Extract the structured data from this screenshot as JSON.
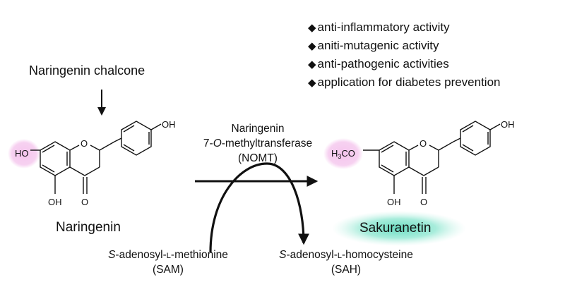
{
  "activities": [
    "anti-inflammatory activity",
    "aniti-mutagenic activity",
    "anti-pathogenic activities",
    "application for diabetes prevention"
  ],
  "bullet_symbol": "◆",
  "precursor": "Naringenin chalcone",
  "substrate": {
    "name": "Naringenin",
    "atoms": {
      "ho_left": "HO",
      "oh_top": "OH",
      "ring_o": "O",
      "oh_bottom": "OH",
      "carbonyl_o": "O"
    },
    "highlight_color": "#f4c2ec"
  },
  "enzyme": {
    "line1": "Naringenin",
    "line2_prefix": "7-",
    "line2_italic": "O",
    "line2_suffix": "-methyltransferase",
    "line3": "(NOMT)"
  },
  "product": {
    "name": "Sakuranetin",
    "atoms": {
      "h3co_h": "H",
      "h3co_sub": "3",
      "h3co_co": "CO",
      "oh_top": "OH",
      "ring_o": "O",
      "oh_bottom": "OH",
      "carbonyl_o": "O"
    },
    "highlight_color": "#f4c2ec",
    "glow_color": "#66dcc0"
  },
  "cofactor_in": {
    "italic_prefix": "S",
    "mid1": "-adenosyl-",
    "smallcaps": "L",
    "mid2": "-methionine",
    "abbr": "(SAM)"
  },
  "cofactor_out": {
    "italic_prefix": "S",
    "mid1": "-adenosyl-",
    "smallcaps": "L",
    "mid2": "-homocysteine",
    "abbr": "(SAH)"
  }
}
